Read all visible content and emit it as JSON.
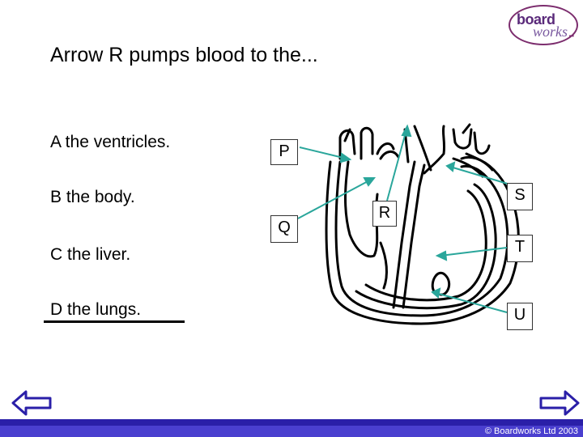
{
  "question": "Arrow R pumps blood to the...",
  "options": [
    {
      "letter": "A",
      "text": "A  the ventricles."
    },
    {
      "letter": "B",
      "text": "B  the body."
    },
    {
      "letter": "C",
      "text": "C  the liver."
    },
    {
      "letter": "D",
      "text": "D  the lungs."
    }
  ],
  "labels": {
    "P": "P",
    "Q": "Q",
    "R": "R",
    "S": "S",
    "T": "T",
    "U": "U"
  },
  "logo": {
    "line1": "board",
    "line2": "works",
    "dots": "•••"
  },
  "nav": {
    "back_icon": "left-arrow-icon",
    "forward_icon": "right-arrow-icon"
  },
  "footer": {
    "copyright": "© Boardworks Ltd 2003"
  },
  "colors": {
    "arrow": "#2aa69b",
    "accent_bar": "#2a1fa8",
    "nav_arrow": "#2a1fa8",
    "logo": "#5a2a7a"
  }
}
